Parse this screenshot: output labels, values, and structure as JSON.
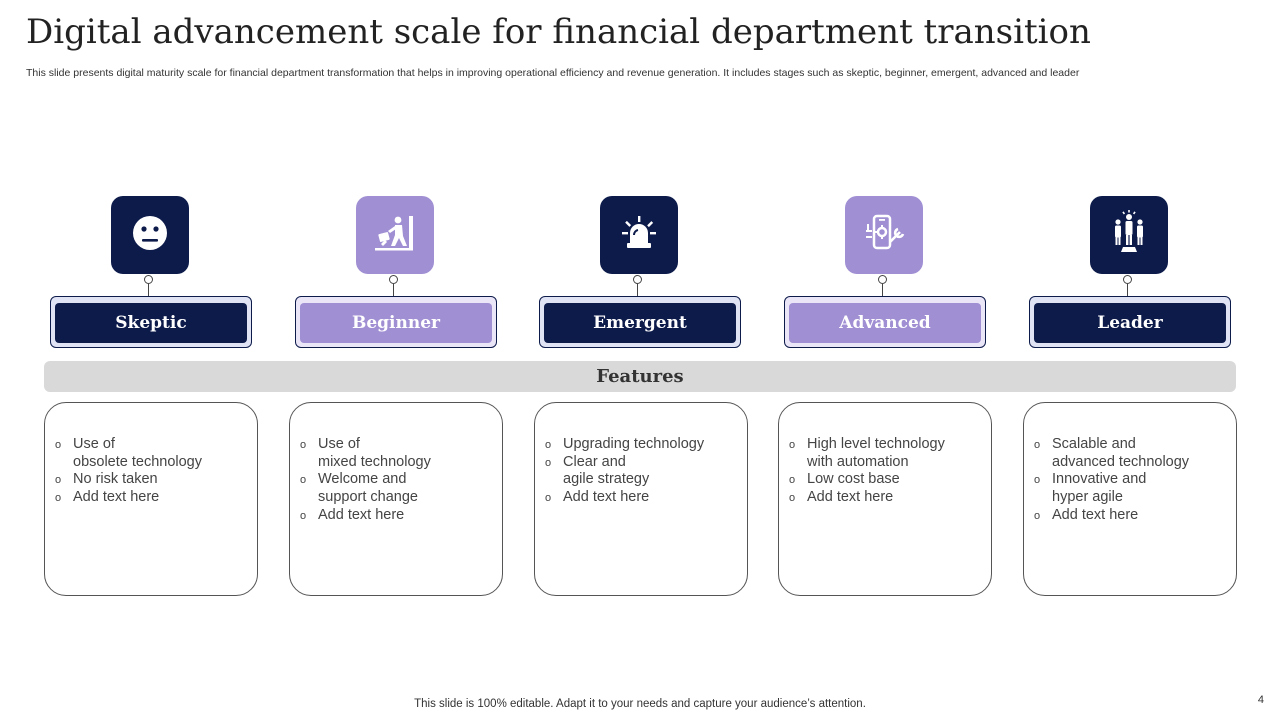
{
  "slide": {
    "title": "Digital advancement scale for financial department transition",
    "subtitle": "This slide presents digital maturity scale for financial department transformation that helps in improving operational efficiency and revenue generation. It includes stages such as skeptic, beginner, emergent, advanced and leader",
    "features_label": "Features",
    "footer": "This slide is 100% editable. Adapt it to your needs and capture your audience’s attention.",
    "page_number": "4"
  },
  "colors": {
    "dark": "#0d1b4b",
    "light": "#a08fd3",
    "bar": "#d9d9d9"
  },
  "stages": [
    {
      "label": "Skeptic",
      "icon": "neutral-face-icon",
      "tone": "dark",
      "features": [
        {
          "line1": "Use of",
          "line2": "obsolete technology"
        },
        {
          "line1": "No risk taken"
        },
        {
          "line1": "Add text here"
        }
      ]
    },
    {
      "label": "Beginner",
      "icon": "climbing-stairs-icon",
      "tone": "light",
      "features": [
        {
          "line1": "Use of",
          "line2": "mixed technology"
        },
        {
          "line1": "Welcome and",
          "line2": "support change"
        },
        {
          "line1": "Add text here"
        }
      ]
    },
    {
      "label": "Emergent",
      "icon": "alarm-light-icon",
      "tone": "dark",
      "features": [
        {
          "line1": "Upgrading technology"
        },
        {
          "line1": "Clear and",
          "line2": "agile strategy"
        },
        {
          "line1": "Add text here"
        }
      ]
    },
    {
      "label": "Advanced",
      "icon": "phone-tools-icon",
      "tone": "light",
      "features": [
        {
          "line1": "High level technology",
          "line2": "with automation"
        },
        {
          "line1": "Low cost base"
        },
        {
          "line1": "Add text here"
        }
      ]
    },
    {
      "label": "Leader",
      "icon": "team-leader-icon",
      "tone": "dark",
      "features": [
        {
          "line1": "Scalable and",
          "line2": "advanced technology"
        },
        {
          "line1": "Innovative and",
          "line2": "hyper agile"
        },
        {
          "line1": "Add text here"
        }
      ]
    }
  ]
}
